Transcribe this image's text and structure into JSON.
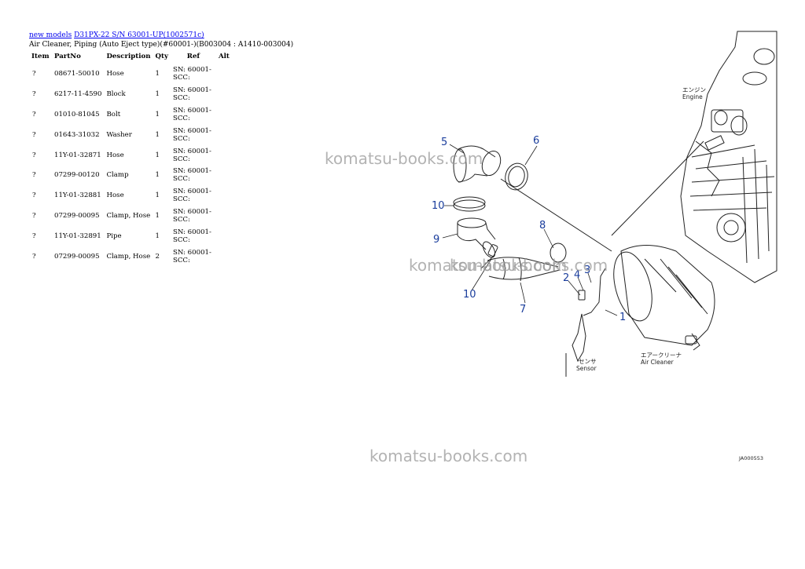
{
  "breadcrumb": {
    "link1": "new models",
    "link2": "D31PX-22 S/N 63001-UP(1002571c)"
  },
  "page_title": "Air Cleaner, Piping (Auto Eject type)(#60001-)(B003004 : A1410-003004)",
  "table": {
    "headers": [
      "Item",
      "PartNo",
      "Description",
      "Qty",
      "Ref",
      "Alt"
    ],
    "rows": [
      {
        "item": "?",
        "partno": "08671-50010",
        "description": "Hose",
        "qty": "1",
        "ref": "SN: 60001-SCC:",
        "alt": ""
      },
      {
        "item": "?",
        "partno": "6217-11-4590",
        "description": "Block",
        "qty": "1",
        "ref": "SN: 60001-SCC:",
        "alt": ""
      },
      {
        "item": "?",
        "partno": "01010-81045",
        "description": "Bolt",
        "qty": "1",
        "ref": "SN: 60001-SCC:",
        "alt": ""
      },
      {
        "item": "?",
        "partno": "01643-31032",
        "description": "Washer",
        "qty": "1",
        "ref": "SN: 60001-SCC:",
        "alt": ""
      },
      {
        "item": "?",
        "partno": "11Y-01-32871",
        "description": "Hose",
        "qty": "1",
        "ref": "SN: 60001-SCC:",
        "alt": ""
      },
      {
        "item": "?",
        "partno": "07299-00120",
        "description": "Clamp",
        "qty": "1",
        "ref": "SN: 60001-SCC:",
        "alt": ""
      },
      {
        "item": "?",
        "partno": "11Y-01-32881",
        "description": "Hose",
        "qty": "1",
        "ref": "SN: 60001-SCC:",
        "alt": ""
      },
      {
        "item": "?",
        "partno": "07299-00095",
        "description": "Clamp, Hose",
        "qty": "1",
        "ref": "SN: 60001-SCC:",
        "alt": ""
      },
      {
        "item": "?",
        "partno": "11Y-01-32891",
        "description": "Pipe",
        "qty": "1",
        "ref": "SN: 60001-SCC:",
        "alt": ""
      },
      {
        "item": "?",
        "partno": "07299-00095",
        "description": "Clamp, Hose",
        "qty": "2",
        "ref": "SN: 60001-SCC:",
        "alt": ""
      }
    ]
  },
  "diagram": {
    "callouts": [
      "5",
      "6",
      "10",
      "9",
      "8",
      "2",
      "4",
      "3",
      "10",
      "7",
      "1"
    ],
    "engine_jp": "エンジン",
    "engine_en": "Engine",
    "sensor_jp": "センサ",
    "sensor_en": "Sensor",
    "aircleaner_jp": "エアークリーナ",
    "aircleaner_en": "Air Cleaner",
    "figure_code": "JA000553"
  },
  "watermarks": [
    "komatsu-books.com",
    "komatsu-books.com",
    "komatsu-books.com",
    "komatsu-books.com"
  ],
  "colors": {
    "link": "#0000ee",
    "callout": "#1a3d9c",
    "watermark": "#9a9a9a"
  }
}
